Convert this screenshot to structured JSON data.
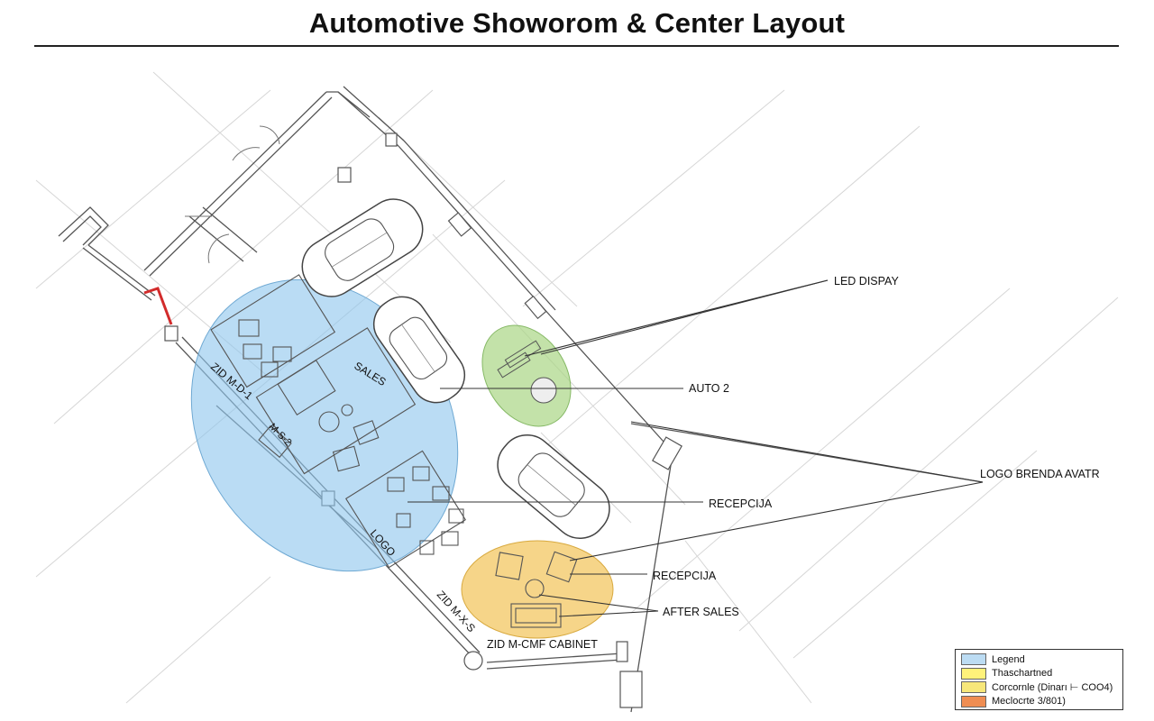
{
  "title": "Automotive Showorom & Center Layout",
  "zones": {
    "sales": "SALES",
    "logo": "LOGO",
    "wall_1": "ZID M-D-1",
    "wall_2": "M-S-2",
    "wall_3": "ZID M-X-S"
  },
  "callouts": {
    "led_display": "LED DISPAY",
    "auto_2": "AUTO 2",
    "logo_brand_avatar": "LOGO BRENDA AVATR",
    "reception_1": "RECEPCIJA",
    "reception_2": "RECEPCIJA",
    "after_sales": "AFTER SALES",
    "cabinet": "ZID M-CMF CABINET"
  },
  "legend": {
    "items": [
      {
        "label": "Legend",
        "color": "#bcdcf3"
      },
      {
        "label": "Thaschartned",
        "color": "#fff27a"
      },
      {
        "label": "Corcornle (Dinarı ⊢ COO4)",
        "color": "#f7e77a"
      },
      {
        "label": "Meclocrte 3/801)",
        "color": "#ef8d52"
      }
    ]
  },
  "colors": {
    "sales_zone": "#8fc6ee",
    "display_zone": "#a9d585",
    "after_sales_zone": "#f3c761",
    "accent_red": "#d22b2b",
    "line": "#555555"
  }
}
